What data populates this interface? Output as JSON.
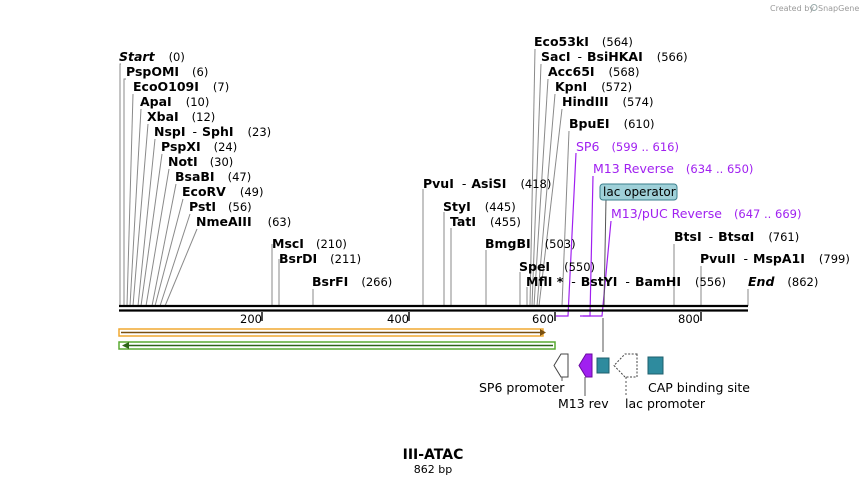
{
  "credit": {
    "prefix": "Created by",
    "brand": "SnapGene"
  },
  "sequence": {
    "name": "III-ATAC",
    "length_label": "862 bp",
    "length": 862
  },
  "ruler": {
    "ticks": [
      "200",
      "400",
      "600",
      "800"
    ]
  },
  "left_sites": [
    {
      "name": "Start",
      "pos": "(0)",
      "italic": true
    },
    {
      "name": "PspOMI",
      "pos": "(6)"
    },
    {
      "name": "EcoO109I",
      "pos": "(7)"
    },
    {
      "name": "ApaI",
      "pos": "(10)"
    },
    {
      "name": "XbaI",
      "pos": "(12)"
    },
    {
      "name": "NspI",
      "name2": "SphI",
      "pos": "(23)"
    },
    {
      "name": "PspXI",
      "pos": "(24)"
    },
    {
      "name": "NotI",
      "pos": "(30)"
    },
    {
      "name": "BsaBI",
      "pos": "(47)"
    },
    {
      "name": "EcoRV",
      "pos": "(49)"
    },
    {
      "name": "PstI",
      "pos": "(56)"
    },
    {
      "name": "NmeAIII",
      "pos": "(63)"
    }
  ],
  "mid_sites": [
    {
      "name": "MscI",
      "pos": "(210)"
    },
    {
      "name": "BsrDI",
      "pos": "(211)"
    },
    {
      "name": "BsrFI",
      "pos": "(266)"
    },
    {
      "name": "PvuI",
      "name2": "AsiSI",
      "pos": "(418)"
    },
    {
      "name": "StyI",
      "pos": "(445)"
    },
    {
      "name": "TatI",
      "pos": "(455)"
    },
    {
      "name": "BmgBI",
      "pos": "(503)"
    },
    {
      "name": "SpeI",
      "pos": "(550)"
    },
    {
      "name": "MflI *",
      "name2": "BstYI",
      "name3": "BamHI",
      "pos": "(556)"
    }
  ],
  "top_sites": [
    {
      "name": "Eco53kI",
      "pos": "(564)"
    },
    {
      "name": "SacI",
      "name2": "BsiHKAI",
      "pos": "(566)"
    },
    {
      "name": "Acc65I",
      "pos": "(568)"
    },
    {
      "name": "KpnI",
      "pos": "(572)"
    },
    {
      "name": "HindIII",
      "pos": "(574)"
    },
    {
      "name": "BpuEI",
      "pos": "(610)"
    }
  ],
  "right_sites": [
    {
      "name": "BtsI",
      "name2": "BtsαI",
      "pos": "(761)"
    },
    {
      "name": "PvuII",
      "name2": "MspA1I",
      "pos": "(799)"
    },
    {
      "name": "End",
      "pos": "(862)",
      "italic": true
    }
  ],
  "primers": [
    {
      "name": "SP6",
      "pos": "(599 .. 616)"
    },
    {
      "name": "M13 Reverse",
      "pos": "(634 .. 650)"
    },
    {
      "name": "M13/pUC Reverse",
      "pos": "(647 .. 669)"
    }
  ],
  "badge": {
    "label": "lac operator",
    "color": "#9fd0d8"
  },
  "features": [
    {
      "name": "SP6 promoter"
    },
    {
      "name": "M13 rev"
    },
    {
      "name": "lac promoter"
    },
    {
      "name": "CAP binding site"
    }
  ],
  "colors": {
    "primer": "#a020f0",
    "orange_arrow": "#f0a830",
    "green_arrow": "#5aaa32",
    "teal_box": "#2e8b9e"
  }
}
